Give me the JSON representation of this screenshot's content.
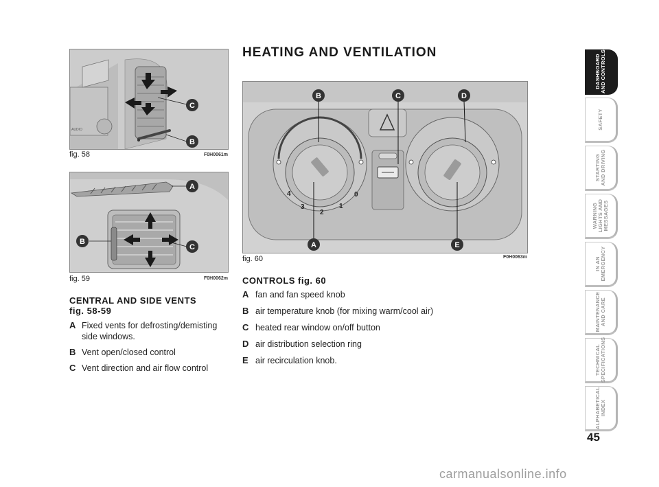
{
  "section_title": "HEATING AND VENTILATION",
  "figures": {
    "fig58": {
      "caption": "fig. 58",
      "code": "F0H0061m",
      "callouts": [
        "C",
        "B"
      ],
      "panel_text": "AUDIO"
    },
    "fig59": {
      "caption": "fig. 59",
      "code": "F0H0062m",
      "callouts": [
        "A",
        "B",
        "C"
      ]
    },
    "fig60": {
      "caption": "fig. 60",
      "code": "F0H0063m",
      "callouts": [
        "B",
        "C",
        "D",
        "A",
        "E"
      ],
      "dial_numbers": [
        "4",
        "3",
        "2",
        "1",
        "0"
      ]
    }
  },
  "left_text": {
    "heading_line1": "CENTRAL AND SIDE VENTS",
    "heading_line2": "fig. 58-59",
    "items": [
      {
        "key": "A",
        "text": "Fixed vents for defrosting/demisting side windows."
      },
      {
        "key": "B",
        "text": "Vent open/closed control"
      },
      {
        "key": "C",
        "text": "Vent direction and air flow control"
      }
    ]
  },
  "right_text": {
    "heading": "CONTROLS fig. 60",
    "items": [
      {
        "key": "A",
        "text": "fan and fan speed knob"
      },
      {
        "key": "B",
        "text": "air temperature knob (for mixing warm/cool air)"
      },
      {
        "key": "C",
        "text": "heated rear window on/off button"
      },
      {
        "key": "D",
        "text": "air distribution selection ring"
      },
      {
        "key": "E",
        "text": "air recirculation knob."
      }
    ]
  },
  "side_tabs": [
    {
      "label": "DASHBOARD\nAND CONTROLS",
      "active": true
    },
    {
      "label": "SAFETY",
      "active": false
    },
    {
      "label": "STARTING\nAND DRIVING",
      "active": false
    },
    {
      "label": "WARNING\nLIGHTS AND\nMESSAGES",
      "active": false
    },
    {
      "label": "IN AN\nEMERGENCY",
      "active": false
    },
    {
      "label": "MAINTENANCE\nAND CARE",
      "active": false
    },
    {
      "label": "TECHNICAL\nSPECIFICATIONS",
      "active": false
    },
    {
      "label": "ALPHABETICAL\nINDEX",
      "active": false
    }
  ],
  "page_number": "45",
  "watermark": "carmanualsonline.info"
}
